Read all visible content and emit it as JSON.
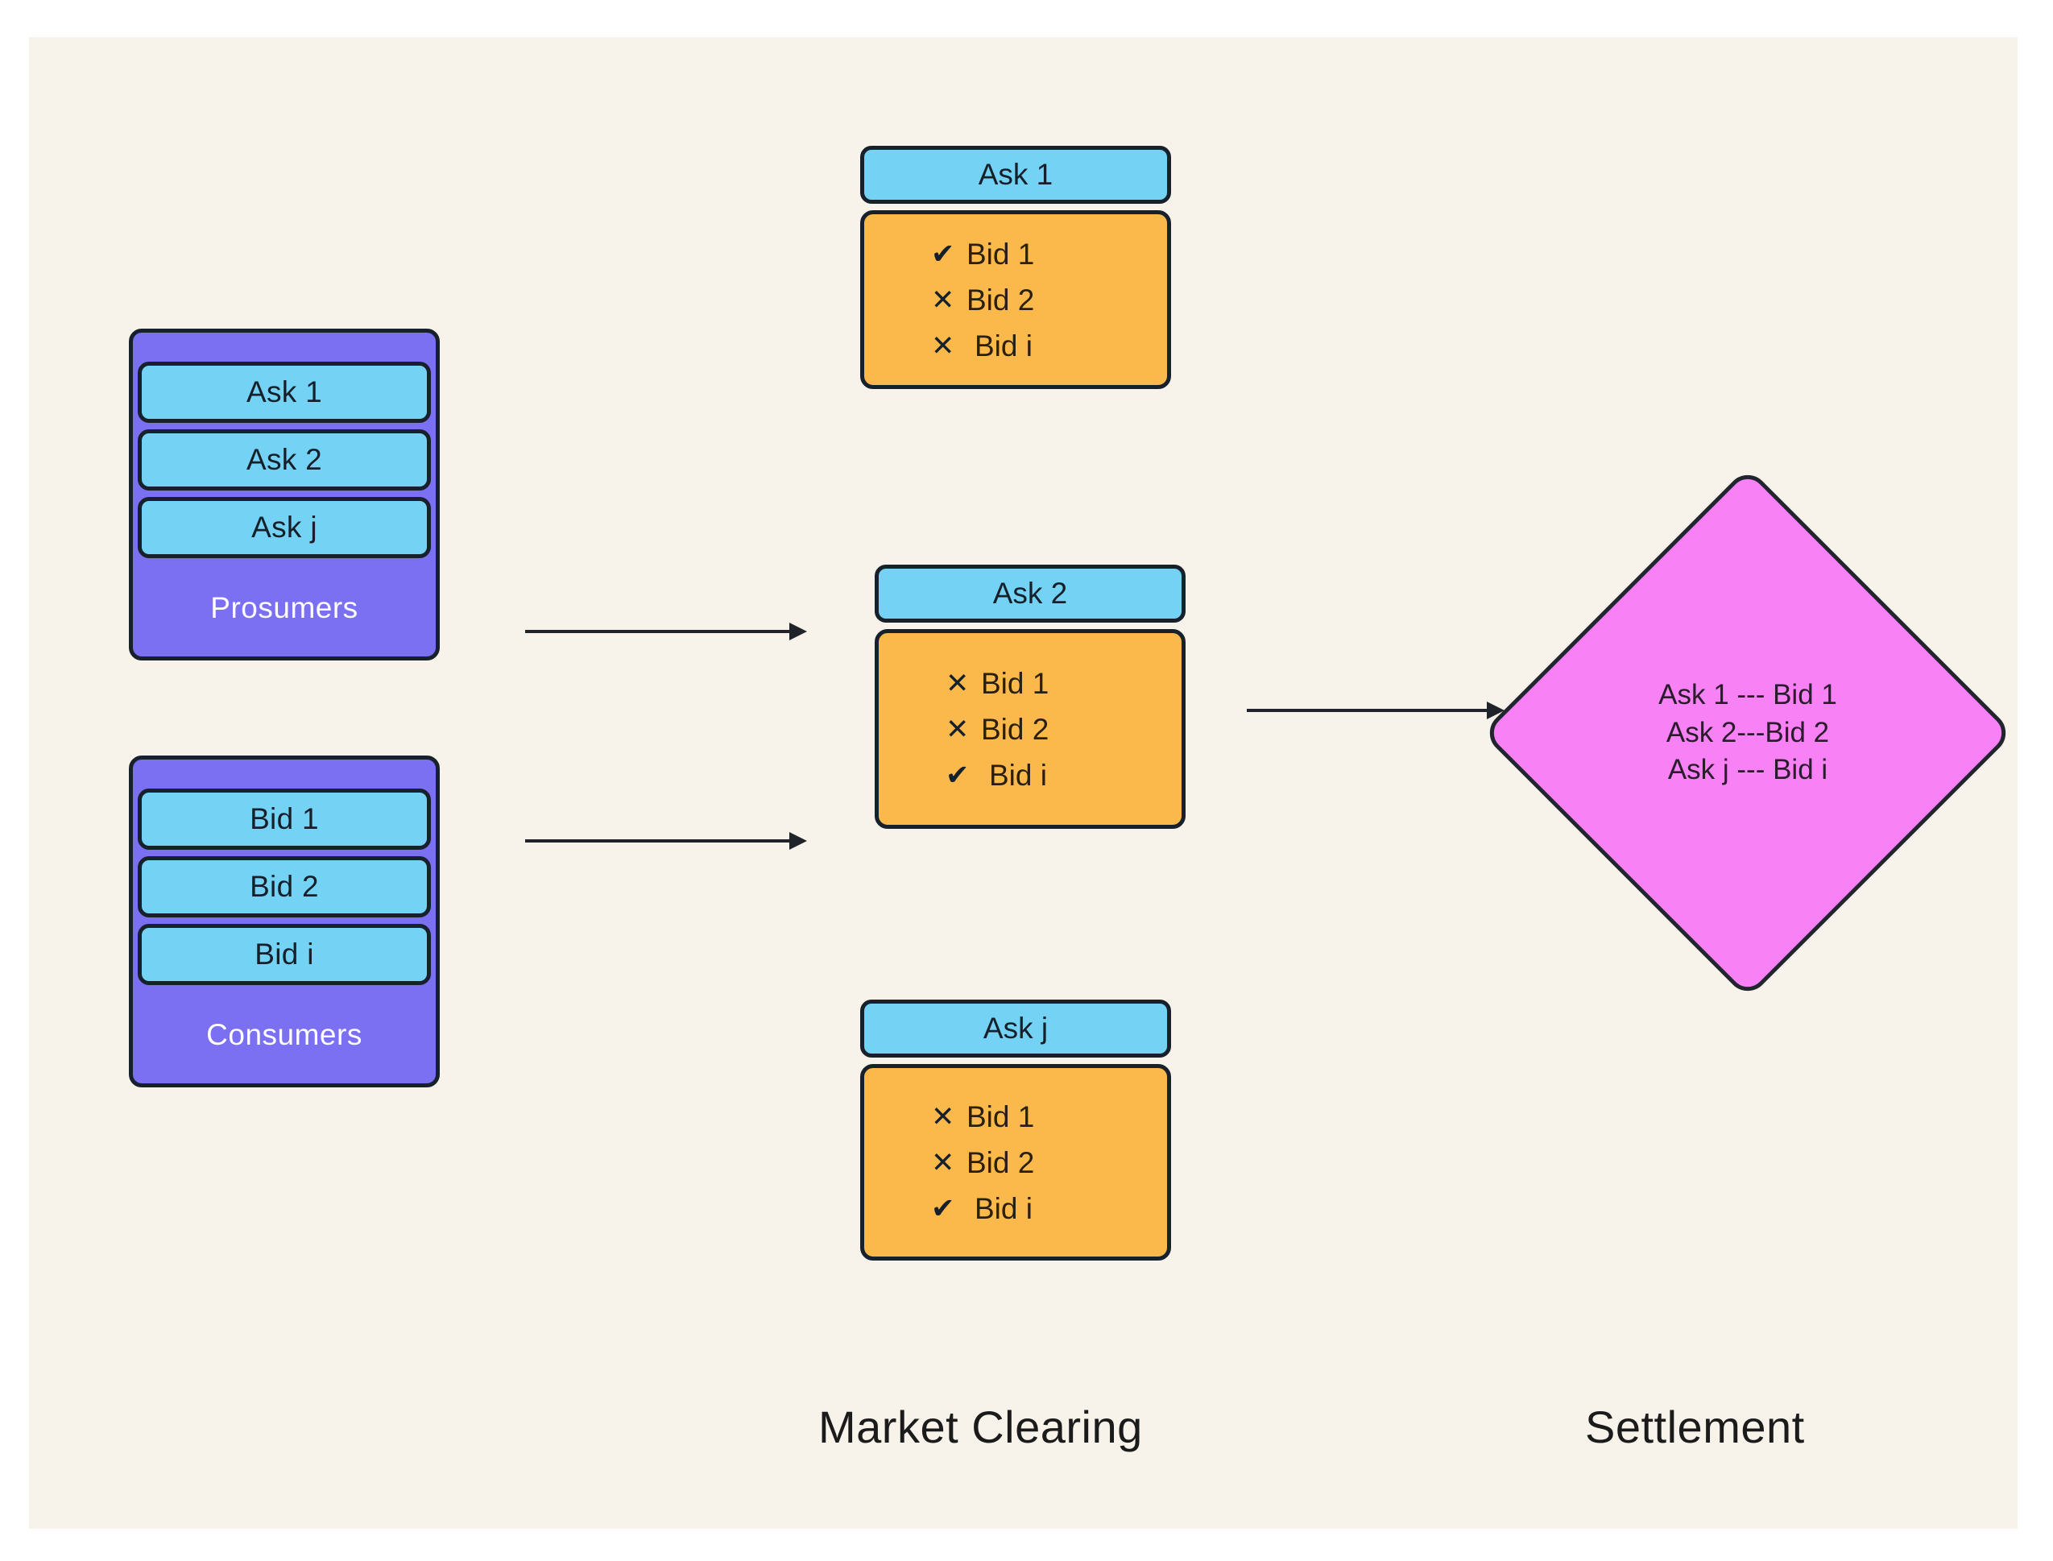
{
  "canvas": {
    "background": "#f7f2ea"
  },
  "colors": {
    "ask_blue": "#74d2f5",
    "stack_purple": "#7b6ff2",
    "card_orange": "#fbb94b",
    "settlement_magenta": "#f781f5",
    "outline": "#17212b",
    "background": "#f7f2ea"
  },
  "prosumers": {
    "label": "Prosumers",
    "items": [
      {
        "label": "Ask 1"
      },
      {
        "label": "Ask 2"
      },
      {
        "label": "Ask j"
      }
    ]
  },
  "consumers": {
    "label": "Consumers",
    "items": [
      {
        "label": "Bid 1"
      },
      {
        "label": "Bid 2"
      },
      {
        "label": "Bid i"
      }
    ]
  },
  "market_clearing": {
    "caption": "Market Clearing",
    "cards": [
      {
        "ask": "Ask 1",
        "bids": [
          {
            "mark": "✔",
            "status": "accepted",
            "label": "Bid 1"
          },
          {
            "mark": "✕",
            "status": "rejected",
            "label": "Bid 2"
          },
          {
            "mark": "✕",
            "status": "rejected",
            "label": "Bid i"
          }
        ]
      },
      {
        "ask": "Ask 2",
        "bids": [
          {
            "mark": "✕",
            "status": "rejected",
            "label": "Bid 1"
          },
          {
            "mark": "✕",
            "status": "rejected",
            "label": "Bid 2"
          },
          {
            "mark": "✔",
            "status": "accepted",
            "label": "Bid i"
          }
        ]
      },
      {
        "ask": "Ask j",
        "bids": [
          {
            "mark": "✕",
            "status": "rejected",
            "label": "Bid 1"
          },
          {
            "mark": "✕",
            "status": "rejected",
            "label": "Bid 2"
          },
          {
            "mark": "✔",
            "status": "accepted",
            "label": "Bid i"
          }
        ]
      }
    ]
  },
  "settlement": {
    "caption": "Settlement",
    "matches": [
      "Ask 1 --- Bid 1",
      "Ask 2---Bid 2",
      "Ask j --- Bid i"
    ]
  },
  "arrows": [
    {
      "name": "prosumers-to-market",
      "direction": "right"
    },
    {
      "name": "consumers-to-market",
      "direction": "right"
    },
    {
      "name": "market-to-settlement",
      "direction": "right"
    }
  ]
}
